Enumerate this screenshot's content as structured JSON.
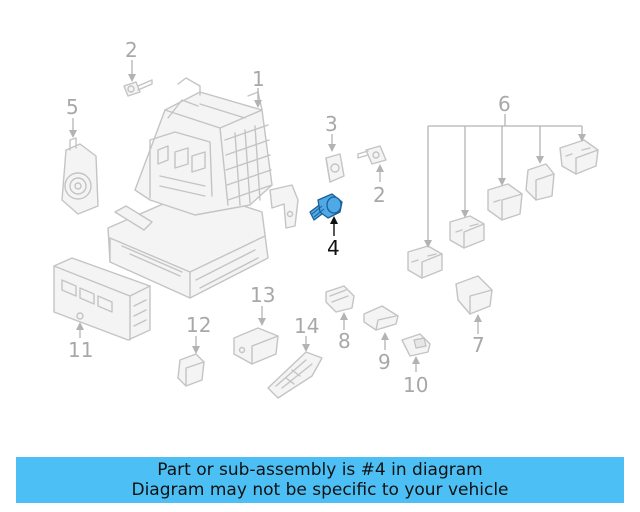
{
  "diagram": {
    "callouts": {
      "c1": "1",
      "c2a": "2",
      "c2b": "2",
      "c3": "3",
      "c4": "4",
      "c5": "5",
      "c6": "6",
      "c7": "7",
      "c8": "8",
      "c9": "9",
      "c10": "10",
      "c11": "11",
      "c12": "12",
      "c13": "13",
      "c14": "14"
    },
    "highlighted_part": "4",
    "colors": {
      "highlight_fill": "#4fa9e6",
      "highlight_stroke": "#1b5f99",
      "line_art": "#c4c4c4",
      "callout_text": "#a8a8a8",
      "banner_bg": "#4cc0f5"
    }
  },
  "banner": {
    "line1": "Part or sub-assembly is #4 in diagram",
    "line2": "Diagram may not be specific to your vehicle"
  }
}
